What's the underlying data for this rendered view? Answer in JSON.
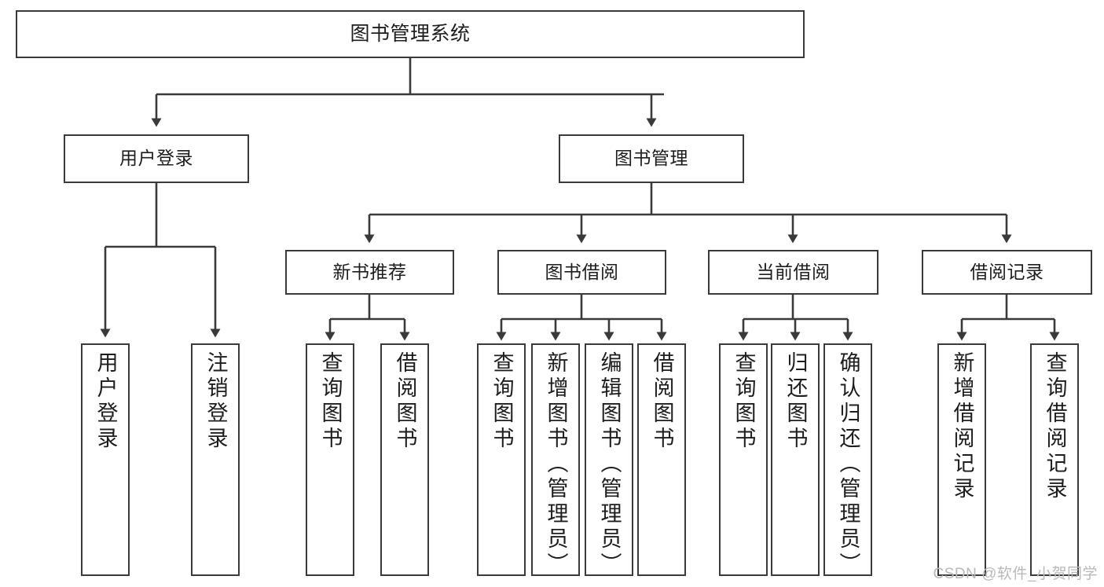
{
  "diagram": {
    "type": "tree-hierarchy",
    "title": "图书管理系统",
    "watermark": "CSDN @软件_小贺同学",
    "colors": {
      "border": "#3a3a3a",
      "background": "#ffffff",
      "text": "#1d1d1d",
      "connector": "#3a3a3a",
      "watermark": "#b9b9b9"
    },
    "nodes": {
      "root": {
        "label": "图书管理系统"
      },
      "level2": [
        {
          "label": "用户登录"
        },
        {
          "label": "图书管理"
        }
      ],
      "level3": [
        {
          "label": "新书推荐"
        },
        {
          "label": "图书借阅"
        },
        {
          "label": "当前借阅"
        },
        {
          "label": "借阅记录"
        }
      ],
      "leaves": {
        "user_login": [
          {
            "label": "用户登录"
          },
          {
            "label": "注销登录"
          }
        ],
        "new_book": [
          {
            "label": "查询图书"
          },
          {
            "label": "借阅图书"
          }
        ],
        "book_borrow": [
          {
            "label": "查询图书"
          },
          {
            "label": "新增图书（管理员）"
          },
          {
            "label": "编辑图书（管理员）"
          },
          {
            "label": "借阅图书"
          }
        ],
        "current_borrow": [
          {
            "label": "查询图书"
          },
          {
            "label": "归还图书"
          },
          {
            "label": "确认归还（管理员）"
          }
        ],
        "borrow_record": [
          {
            "label": "新增借阅记录"
          },
          {
            "label": "查询借阅记录"
          }
        ]
      }
    }
  }
}
